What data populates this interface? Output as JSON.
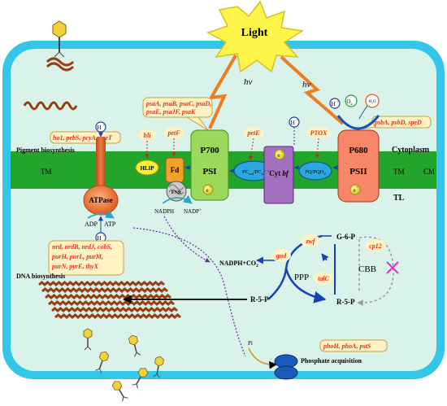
{
  "light": {
    "label": "Light",
    "hv1": "hv",
    "hv2": "hv"
  },
  "membranes": {
    "tm_left": "TM",
    "tm_right": "TM",
    "cm": "CM",
    "tl": "TL",
    "cytoplasm": "Cytoplasm"
  },
  "sections": {
    "pigment": "Pigment biosynthesis",
    "dna": "DNA biosynthesis",
    "phosphate": "Phosphate acquisition"
  },
  "genes": {
    "ps1_line1": "psaA, psaB, psaC, psaD,",
    "ps1_line2": "psaE, psaJF, psaK",
    "pigment": "ho1, pebS, pcyA, cpeT",
    "ps2_line1": "psbA, psbD, speD",
    "dna_line1": "nrd, nrdB, nrdJ, cobS,",
    "dna_line2": "purH, purL, purM,",
    "dna_line3": "purN, pyrE, thyX",
    "hli": "hli",
    "petF": "petF",
    "petE": "petE",
    "PTOX": "PTOX",
    "zwf": "zwf",
    "gnd": "gnd",
    "talC": "talC",
    "cp12": "cp12",
    "phos": "phoH, phoA, pstS"
  },
  "complexes": {
    "hlip": "HLIP",
    "fd": "Fd",
    "fnr": "FNR",
    "p700": "P700",
    "psi": "PSI",
    "pc": "PC",
    "pc_sub1": "red",
    "pc_sep": "/PC",
    "pc_sub2": "ox",
    "cyt": "Cyt ",
    "cyt_italic": "bf",
    "pq": "PQ/PQH",
    "pq_sub": "2",
    "p680": "P680",
    "psii": "PSII",
    "atpase": "ATPase",
    "e": "e",
    "e_sup": "-"
  },
  "molecules": {
    "h": "H",
    "h_sup": "+",
    "o2": "O",
    "o2_sub": "2",
    "h2o": "H",
    "h2o_sub": "2",
    "h2o_end": "O",
    "adp": "ADP",
    "atp": "ATP",
    "nadph": "NADPH",
    "nadp": "NADP",
    "nadp_sup": "+",
    "nadph_co2": "NADPH+CO",
    "co2_sub": "2",
    "pi": "Pi"
  },
  "metabolism": {
    "ppp": "PPP",
    "cbb": "CBB",
    "g6p": "G-6-P",
    "r5p_left": "R-5-P",
    "r5p_right": "R-5-P"
  },
  "colors": {
    "cell_outer": "#33c6e8",
    "cytoplasm": "#d9f2ea",
    "membrane": "#22a52a",
    "psi": "#9bd95a",
    "psii": "#f8876a",
    "cyt": "#a46fbe",
    "gene_label": "#e8301c",
    "gene_bubble": "#fff2c4",
    "light": "#fff44a"
  }
}
